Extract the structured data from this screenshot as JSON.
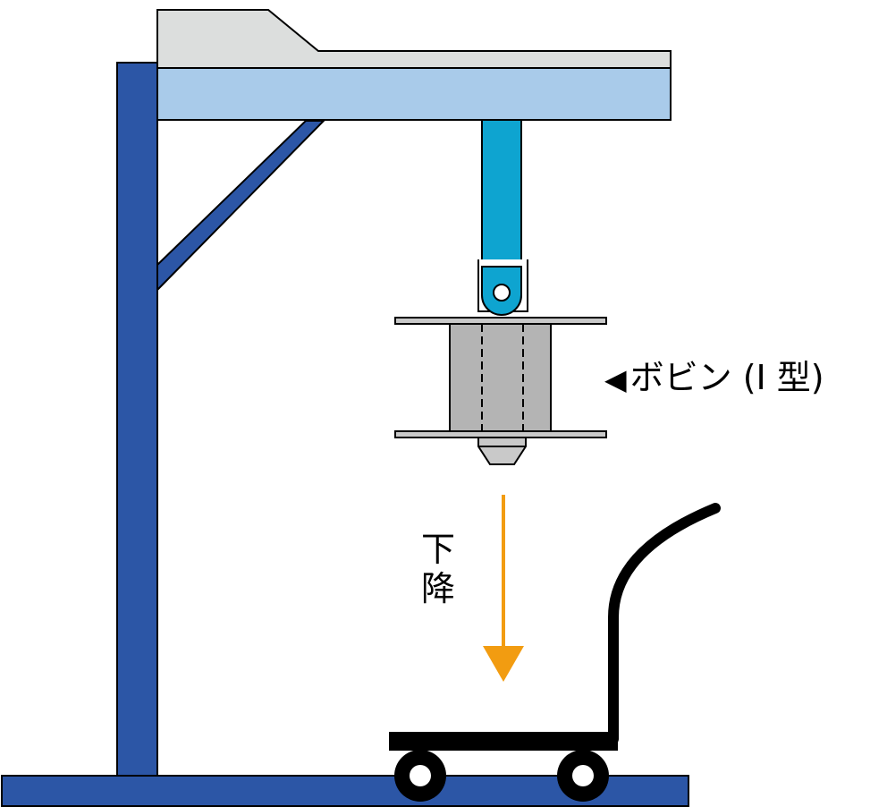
{
  "labels": {
    "bobbin_arrow": "◀",
    "bobbin": "ボビン (I 型)",
    "lower_chars": [
      "下",
      "降"
    ]
  },
  "colors": {
    "frame_blue": "#2c56a6",
    "beam_light_blue": "#a9cbea",
    "beam_top_gray": "#dcdedd",
    "hoist_arm_blue": "#0ea4d0",
    "bobbin_gray": "#b4b4b4",
    "flange_gray": "#c9c9c9",
    "arrow_orange": "#f29c11",
    "cart_black": "#000000"
  },
  "icons": {
    "bobbin_pointer": "left-triangle-icon",
    "direction": "down-arrow-icon"
  }
}
